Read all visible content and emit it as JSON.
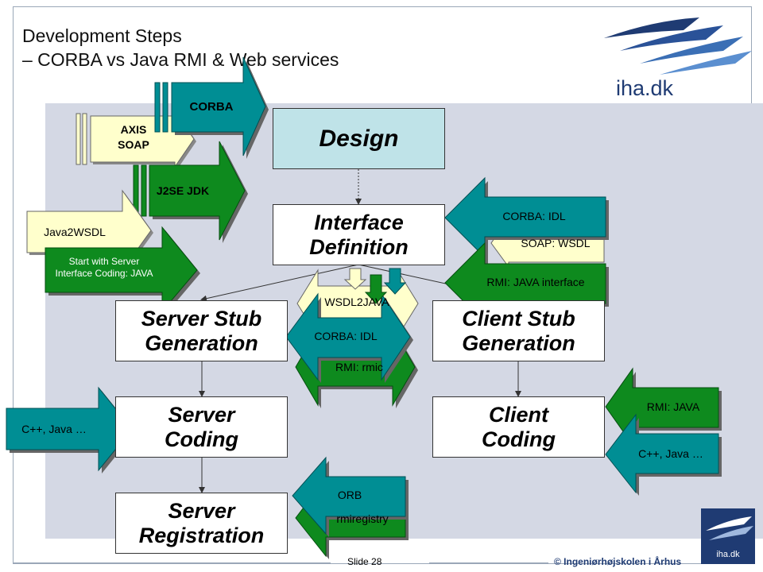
{
  "title": {
    "line1": "Development Steps",
    "line2": "– CORBA vs Java RMI & Web services"
  },
  "logo": {
    "text": "iha.dk",
    "small_text": "iha.dk"
  },
  "steps": {
    "design": "Design",
    "interface_line1": "Interface",
    "interface_line2": "Definition",
    "server_stub_line1": "Server Stub",
    "server_stub_line2": "Generation",
    "client_stub_line1": "Client Stub",
    "client_stub_line2": "Generation",
    "server_coding_line1": "Server",
    "server_coding_line2": "Coding",
    "client_coding_line1": "Client",
    "client_coding_line2": "Coding",
    "server_reg_line1": "Server",
    "server_reg_line2": "Registration"
  },
  "arrows": {
    "corba": "CORBA",
    "axis_line1": "AXIS",
    "axis_line2": "SOAP",
    "j2se": "J2SE JDK",
    "java2wsdl": "Java2WSDL",
    "start_line1": "Start with Server",
    "start_line2": "Interface Coding: JAVA",
    "corba_idl_right": "CORBA: IDL",
    "soap_wsdl": "SOAP: WSDL",
    "rmi_java_interface": "RMI: JAVA interface",
    "wsdl2java": "WSDL2JAVA",
    "corba_idl_mid": "CORBA: IDL",
    "rmic": "RMI: rmic",
    "cpp_java_left": "C++, Java …",
    "rmi_java": "RMI: JAVA",
    "cpp_java_right": "C++, Java …",
    "orb": "ORB",
    "rmiregistry": "rmiregistry"
  },
  "footer": {
    "slide": "Slide 28",
    "copyright": "© Ingeniørhøjskolen i Århus"
  },
  "colors": {
    "teal": "#008e94",
    "green": "#0e8a1e",
    "cream": "#ffffcc",
    "design_box": "#bfe3e8",
    "band": "#d4d8e4",
    "brand_blue": "#1f3b73"
  }
}
